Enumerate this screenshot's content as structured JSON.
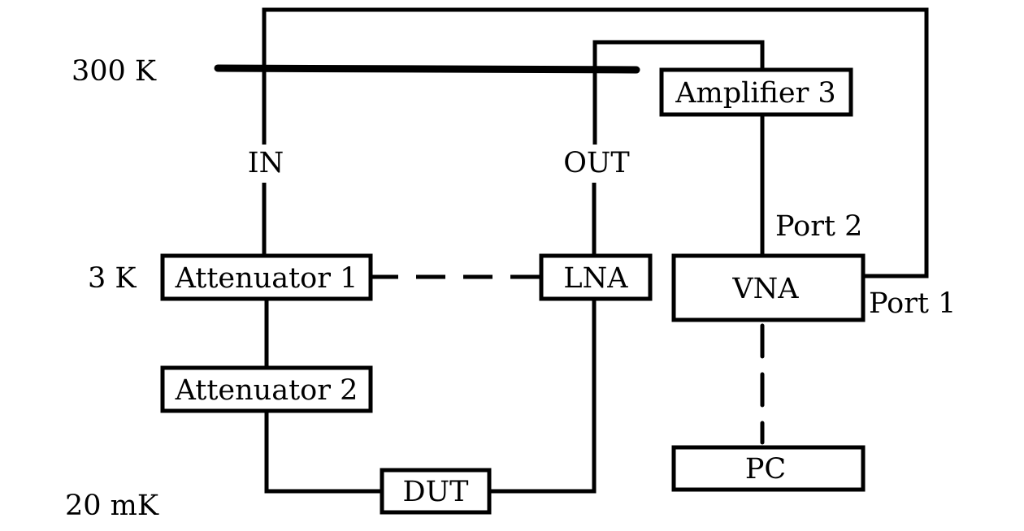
{
  "diagram": {
    "temperature_stages": {
      "room": "300 K",
      "mid": "3 K",
      "base": "20 mK"
    },
    "line_labels": {
      "input": "IN",
      "output": "OUT"
    },
    "components": {
      "attenuator1": "Attenuator 1",
      "attenuator2": "Attenuator 2",
      "dut": "DUT",
      "lna": "LNA",
      "amplifier3": "Amplifier 3",
      "vna": "VNA",
      "pc": "PC"
    },
    "ports": {
      "port1": "Port 1",
      "port2": "Port 2"
    },
    "connections": [
      {
        "from": "VNA Port 1",
        "to": "Attenuator 1",
        "via": "IN",
        "style": "solid"
      },
      {
        "from": "Attenuator 1",
        "to": "Attenuator 2",
        "style": "solid"
      },
      {
        "from": "Attenuator 2",
        "to": "DUT",
        "style": "solid"
      },
      {
        "from": "DUT",
        "to": "LNA",
        "style": "solid"
      },
      {
        "from": "LNA",
        "to": "Amplifier 3",
        "via": "OUT",
        "style": "solid"
      },
      {
        "from": "Amplifier 3",
        "to": "VNA Port 2",
        "style": "solid"
      },
      {
        "from": "Attenuator 1",
        "to": "LNA",
        "style": "dashed"
      },
      {
        "from": "VNA",
        "to": "PC",
        "style": "dashed"
      }
    ]
  }
}
